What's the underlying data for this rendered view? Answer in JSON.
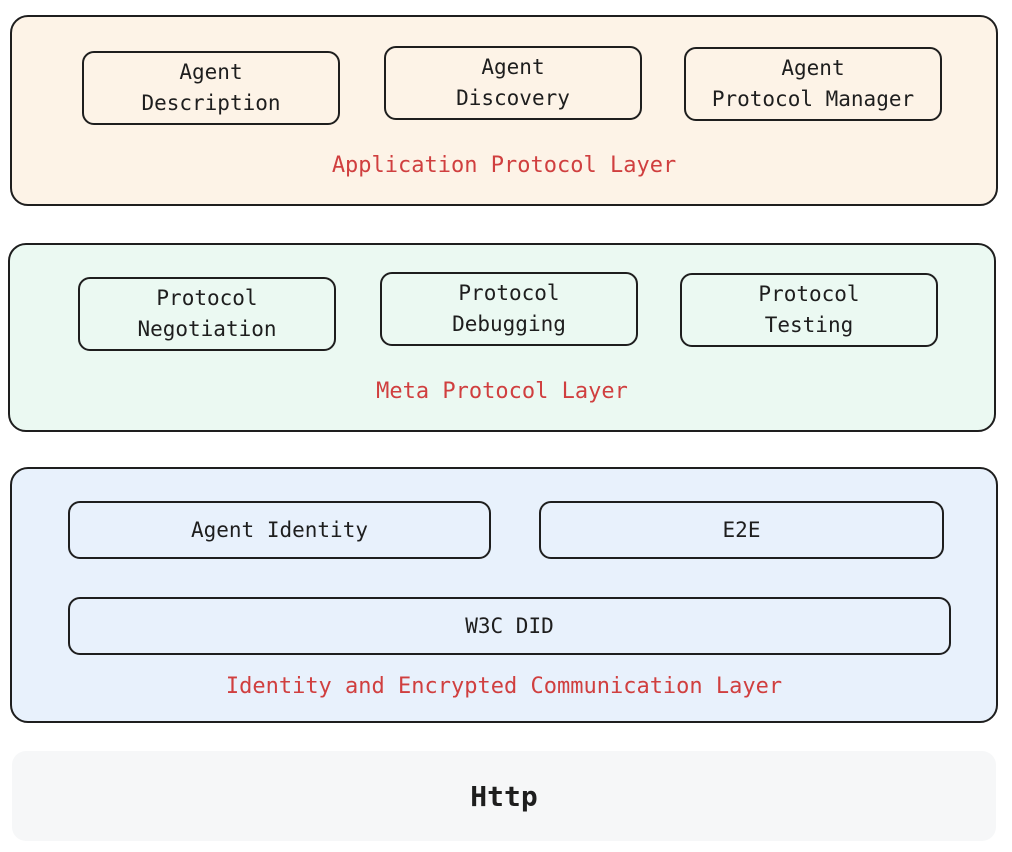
{
  "layers": {
    "application": {
      "label": "Application Protocol Layer",
      "boxes": [
        "Agent\nDescription",
        "Agent\nDiscovery",
        "Agent\nProtocol Manager"
      ]
    },
    "meta": {
      "label": "Meta Protocol Layer",
      "boxes": [
        "Protocol\nNegotiation",
        "Protocol\nDebugging",
        "Protocol\nTesting"
      ]
    },
    "identity": {
      "label": "Identity and Encrypted Communication Layer",
      "boxes": [
        "Agent Identity",
        "E2E",
        "W3C DID"
      ]
    },
    "transport": {
      "label": "Http"
    }
  },
  "colors": {
    "application_fill": "#fdf3e7",
    "meta_fill": "#ebf9f2",
    "identity_fill": "#e8f1fc",
    "transport_fill": "#f6f7f8",
    "layer_label": "#d03f3f",
    "stroke": "#1e1e1e"
  }
}
